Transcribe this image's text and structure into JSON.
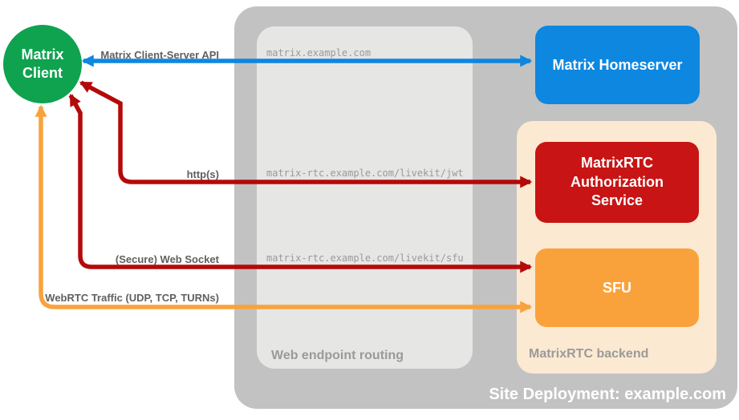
{
  "colors": {
    "green": "#0FA24F",
    "blue": "#0D87E0",
    "red_line": "#B50909",
    "red_box": "#C81414",
    "orange": "#F9A23C",
    "peach": "#FCE9D2",
    "site_gray": "#C2C2C2",
    "panel_gray": "#E6E6E5",
    "label_gray": "#9A9A9A",
    "text_gray": "#606060"
  },
  "client": {
    "line1": "Matrix",
    "line2": "Client"
  },
  "containers": {
    "site": {
      "label": "Site Deployment: example.com"
    },
    "routing": {
      "label": "Web endpoint routing"
    },
    "backend": {
      "label": "MatrixRTC backend"
    }
  },
  "nodes": {
    "homeserver": {
      "label": "Matrix Homeserver"
    },
    "auth": {
      "label": "MatrixRTC Authorization Service"
    },
    "sfu": {
      "label": "SFU"
    }
  },
  "connections": [
    {
      "protocol": "Matrix Client-Server API",
      "endpoint": "matrix.example.com"
    },
    {
      "protocol": "http(s)",
      "endpoint": "matrix-rtc.example.com/livekit/jwt"
    },
    {
      "protocol": "(Secure) Web Socket",
      "endpoint": "matrix-rtc.example.com/livekit/sfu"
    },
    {
      "protocol": "WebRTC Traffic (UDP, TCP, TURNs)"
    }
  ]
}
